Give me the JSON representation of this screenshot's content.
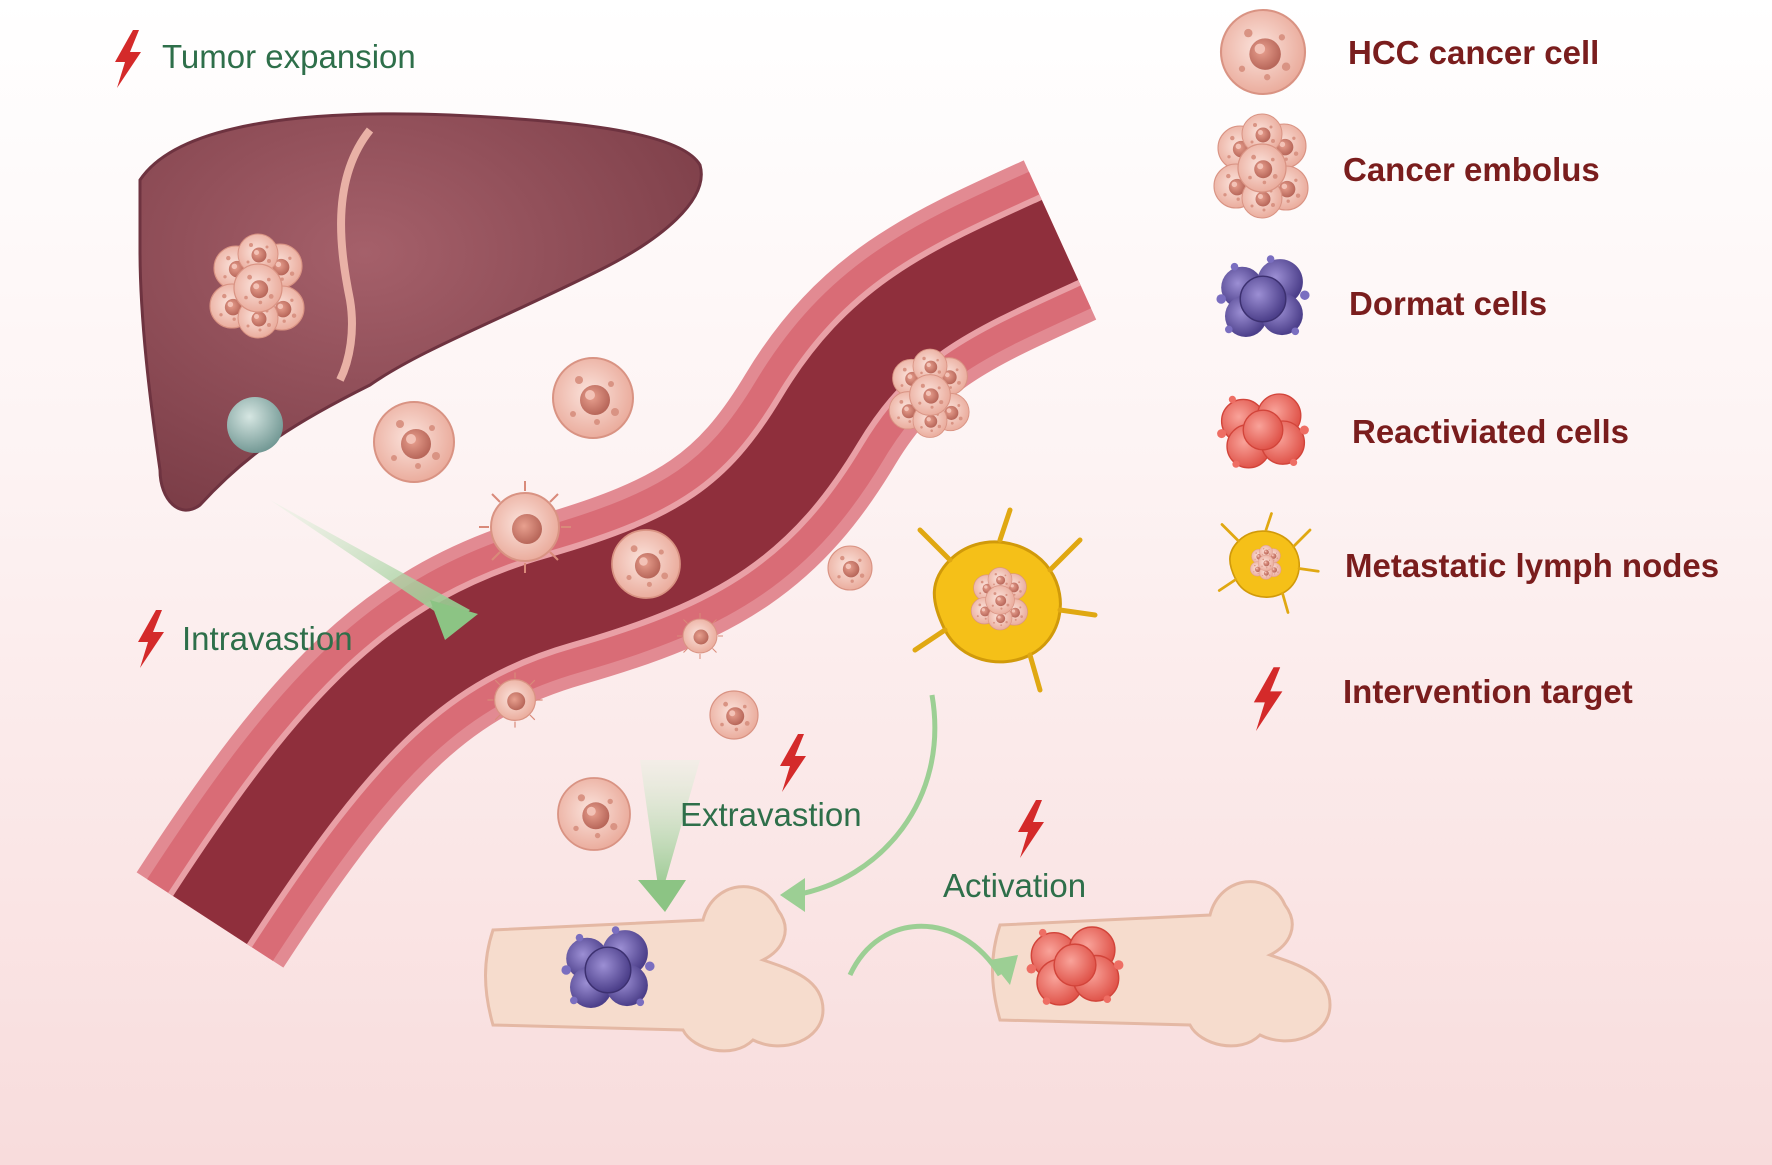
{
  "stages": {
    "tumor_expansion": "Tumor expansion",
    "intravastion": "Intravastion",
    "extravastion": "Extravastion",
    "activation": "Activation"
  },
  "legend": {
    "hcc": "HCC cancer cell",
    "embolus": "Cancer embolus",
    "dormant": "Dormat cells",
    "reactivated": "Reactiviated cells",
    "lymph": "Metastatic lymph nodes",
    "target": "Intervention target"
  },
  "colors": {
    "label_green": "#2e6f4a",
    "legend_red": "#7a1d1d",
    "bolt": "#d42a2a",
    "liver": "#8e4a54",
    "vessel_outer": "#d96c76",
    "vessel_inner": "#8f2f3c",
    "hcc_cell": "#f2bcb0",
    "dormant_cell": "#6b5fa8",
    "reactivated_cell": "#ee6e64",
    "lymph_node": "#f5c018",
    "bone": "#f6dccd",
    "arrow": "#9ccf94"
  }
}
